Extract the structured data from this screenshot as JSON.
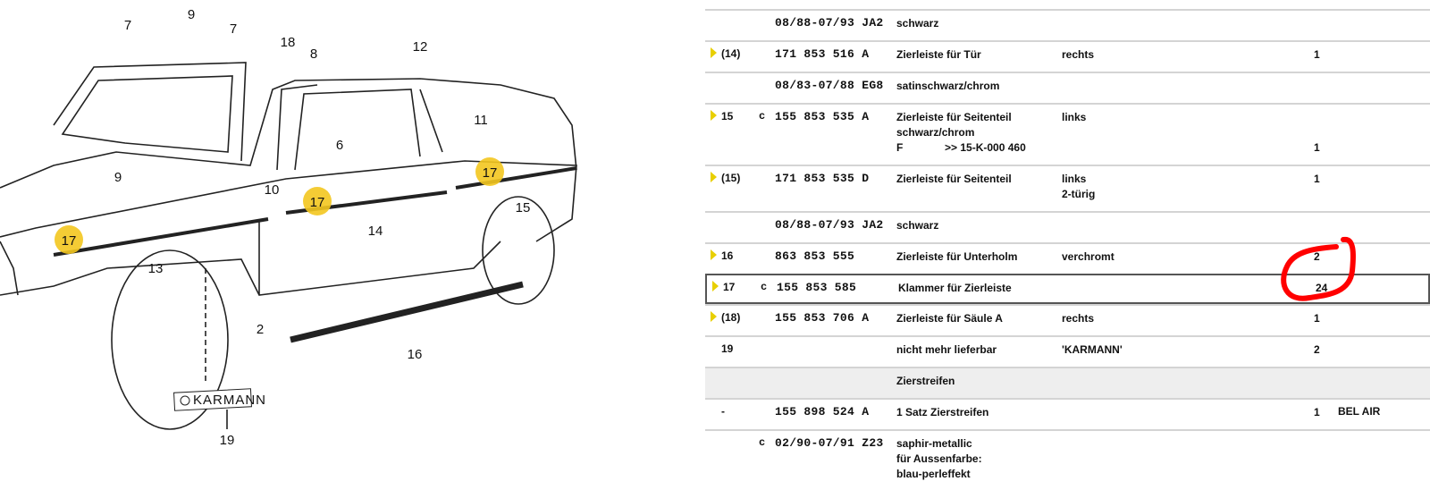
{
  "diagram": {
    "callouts": [
      "7",
      "9",
      "7",
      "18",
      "8",
      "12",
      "11",
      "6",
      "9",
      "10",
      "17",
      "17",
      "17",
      "15",
      "14",
      "13",
      "2",
      "16",
      "19"
    ],
    "badge_text": "KARMANN",
    "highlight_color": "#f3c61f"
  },
  "table": {
    "rows": [
      {
        "arrow": false,
        "pos": "",
        "c": "",
        "part": "08/88-07/93 JA2",
        "desc": "schwarz",
        "remark": "",
        "qty": "",
        "extra": "",
        "h": 33
      },
      {
        "arrow": true,
        "pos": "(14)",
        "c": "",
        "part": "171 853 516 A",
        "desc": "Zierleiste für Tür",
        "remark": "rechts",
        "qty": "1",
        "extra": "",
        "h": 33
      },
      {
        "arrow": false,
        "pos": "",
        "c": "",
        "part": "08/83-07/88 EG8",
        "desc": "satinschwarz/chrom",
        "remark": "",
        "qty": "",
        "extra": "",
        "h": 33
      },
      {
        "arrow": true,
        "pos": "15",
        "c": "c",
        "part": "155 853 535 A",
        "desc": "Zierleiste für Seitenteil\nschwarz/chrom\nF              >> 15-K-000 460",
        "remark": "links",
        "qty": "\n\n1",
        "extra": "",
        "h": 67
      },
      {
        "arrow": true,
        "pos": "(15)",
        "c": "",
        "part": "171 853 535 D",
        "desc": "Zierleiste für Seitenteil",
        "remark": "links\n2-türig",
        "qty": "1",
        "extra": "",
        "h": 50
      },
      {
        "arrow": false,
        "pos": "",
        "c": "",
        "part": "08/88-07/93 JA2",
        "desc": "schwarz",
        "remark": "",
        "qty": "",
        "extra": "",
        "h": 33
      },
      {
        "arrow": true,
        "pos": "16",
        "c": "",
        "part": "863 853 555",
        "desc": "Zierleiste für Unterholm",
        "remark": "verchromt",
        "qty": "2",
        "extra": "",
        "h": 33
      },
      {
        "arrow": true,
        "pos": "17",
        "c": "c",
        "part": "155 853 585",
        "desc": "Klammer für Zierleiste",
        "remark": "",
        "qty": "24",
        "extra": "",
        "h": 30,
        "selected": true
      },
      {
        "arrow": true,
        "pos": "(18)",
        "c": "",
        "part": "155 853 706 A",
        "desc": "Zierleiste für Säule A",
        "remark": "rechts",
        "qty": "1",
        "extra": "",
        "h": 33
      },
      {
        "arrow": false,
        "pos": "19",
        "c": "",
        "part": "",
        "desc": "nicht mehr lieferbar",
        "remark": "'KARMANN'",
        "qty": "2",
        "extra": "",
        "h": 33
      },
      {
        "arrow": false,
        "pos": "",
        "c": "",
        "part": "",
        "desc": "Zierstreifen",
        "remark": "",
        "qty": "",
        "extra": "",
        "h": 33,
        "grey": true
      },
      {
        "arrow": false,
        "pos": "-",
        "c": "",
        "part": "155 898 524 A",
        "desc": "1 Satz Zierstreifen",
        "remark": "",
        "qty": "1",
        "extra": "BEL AIR",
        "h": 33
      },
      {
        "arrow": false,
        "pos": "",
        "c": "c",
        "part": "02/90-07/91 Z23",
        "desc": "saphir-metallic\nfür Aussenfarbe:\nblau-perleffekt",
        "remark": "",
        "qty": "",
        "extra": "",
        "h": 66
      }
    ]
  },
  "annotation_color": "#ff0000"
}
